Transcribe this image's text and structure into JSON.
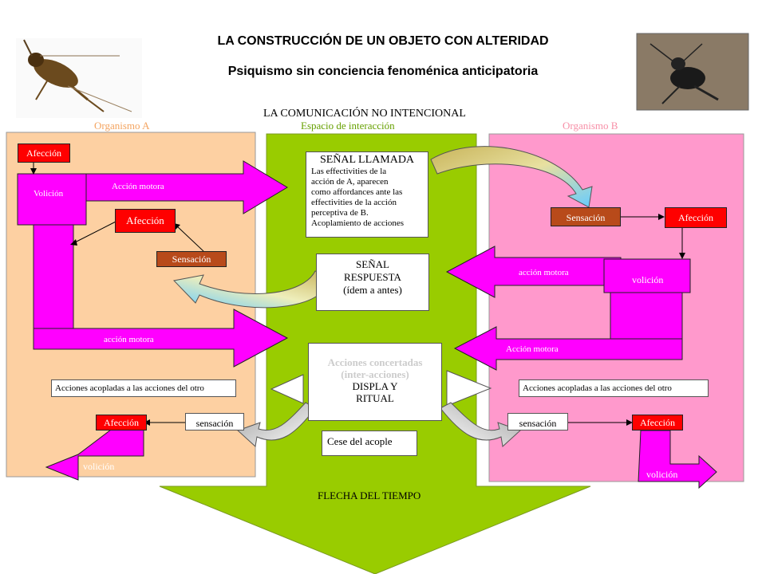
{
  "title": "LA CONSTRUCCIÓN DE UN OBJETO CON ALTERIDAD",
  "subtitle": "Psiquismo sin conciencia fenoménica anticipatoria",
  "diagram_title": "LA COMUNICACIÓN NO INTENCIONAL",
  "headers": {
    "org_a": "Organismo  A",
    "interaction": "Espacio de interacción",
    "org_b": "Organismo B"
  },
  "org_a": {
    "afeccion_top": "Afección",
    "volicion": "Volición",
    "accion_motora_top": "Acción motora",
    "afeccion_mid": "Afección",
    "sensacion": "Sensación",
    "accion_motora_bottom": "acción motora",
    "acciones_acopladas": "Acciones acopladas a las acciones del otro",
    "afeccion_bottom": "Afección",
    "sensacion_bottom": "sensación",
    "volicion_bottom": "volición"
  },
  "center": {
    "senal_llamada_title": "SEÑAL LLAMADA",
    "senal_llamada_lines": [
      "Las effectivities de la",
      "acción de A, aparecen",
      "como affordances ante las",
      "effectivities de la acción",
      "perceptiva de B.",
      " Acoplamiento de acciones"
    ],
    "senal_respuesta_lines": [
      "SEÑAL",
      "RESPUESTA",
      "(ídem a antes)"
    ],
    "acciones_concertadas_lines": [
      "Acciones concertadas",
      "(inter-acciones)"
    ],
    "display_lines": [
      "DISPLA Y",
      "RITUAL"
    ],
    "cese": "Cese del acople",
    "flecha": "FLECHA DEL TIEMPO"
  },
  "org_b": {
    "sensacion": "Sensación",
    "afeccion": "Afección",
    "accion_motora_top": "acción  motora",
    "volicion": "volición",
    "accion_motora_bottom": "Acción motora",
    "acciones_acopladas": "Acciones acopladas a las acciones del otro",
    "sensacion_bottom": "sensación",
    "afeccion_bottom": "Afección",
    "volicion_bottom": "volición"
  },
  "colors": {
    "org_a_bg": "#fdd0a2",
    "org_b_bg": "#ff99cc",
    "center_bg": "#99cc00",
    "magenta": "#ff00ff",
    "red": "#ff0000",
    "brown": "#b84a1a",
    "header_a": "#f4a460",
    "header_center": "#66a000",
    "header_b": "#f78fa7"
  }
}
